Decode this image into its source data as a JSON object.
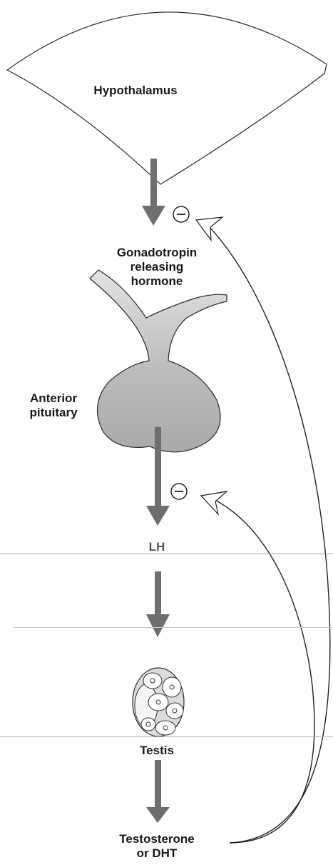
{
  "labels": {
    "hypothalamus": "Hypothalamus",
    "gnrh_line1": "Gonadotropin",
    "gnrh_line2": "releasing",
    "gnrh_line3": "hormone",
    "anterior_line1": "Anterior",
    "anterior_line2": "pituitary",
    "lh": "LH",
    "testis": "Testis",
    "testosterone_line1": "Testosterone",
    "testosterone_line2": "or DHT",
    "inhibit_symbol": "−"
  },
  "colors": {
    "organ_fill": "#c2c2c2",
    "organ_stroke": "#2a2a2a",
    "arrow_fill": "#6e6e6e",
    "feedback_stroke": "#222222",
    "text": "#1a1a1a"
  }
}
